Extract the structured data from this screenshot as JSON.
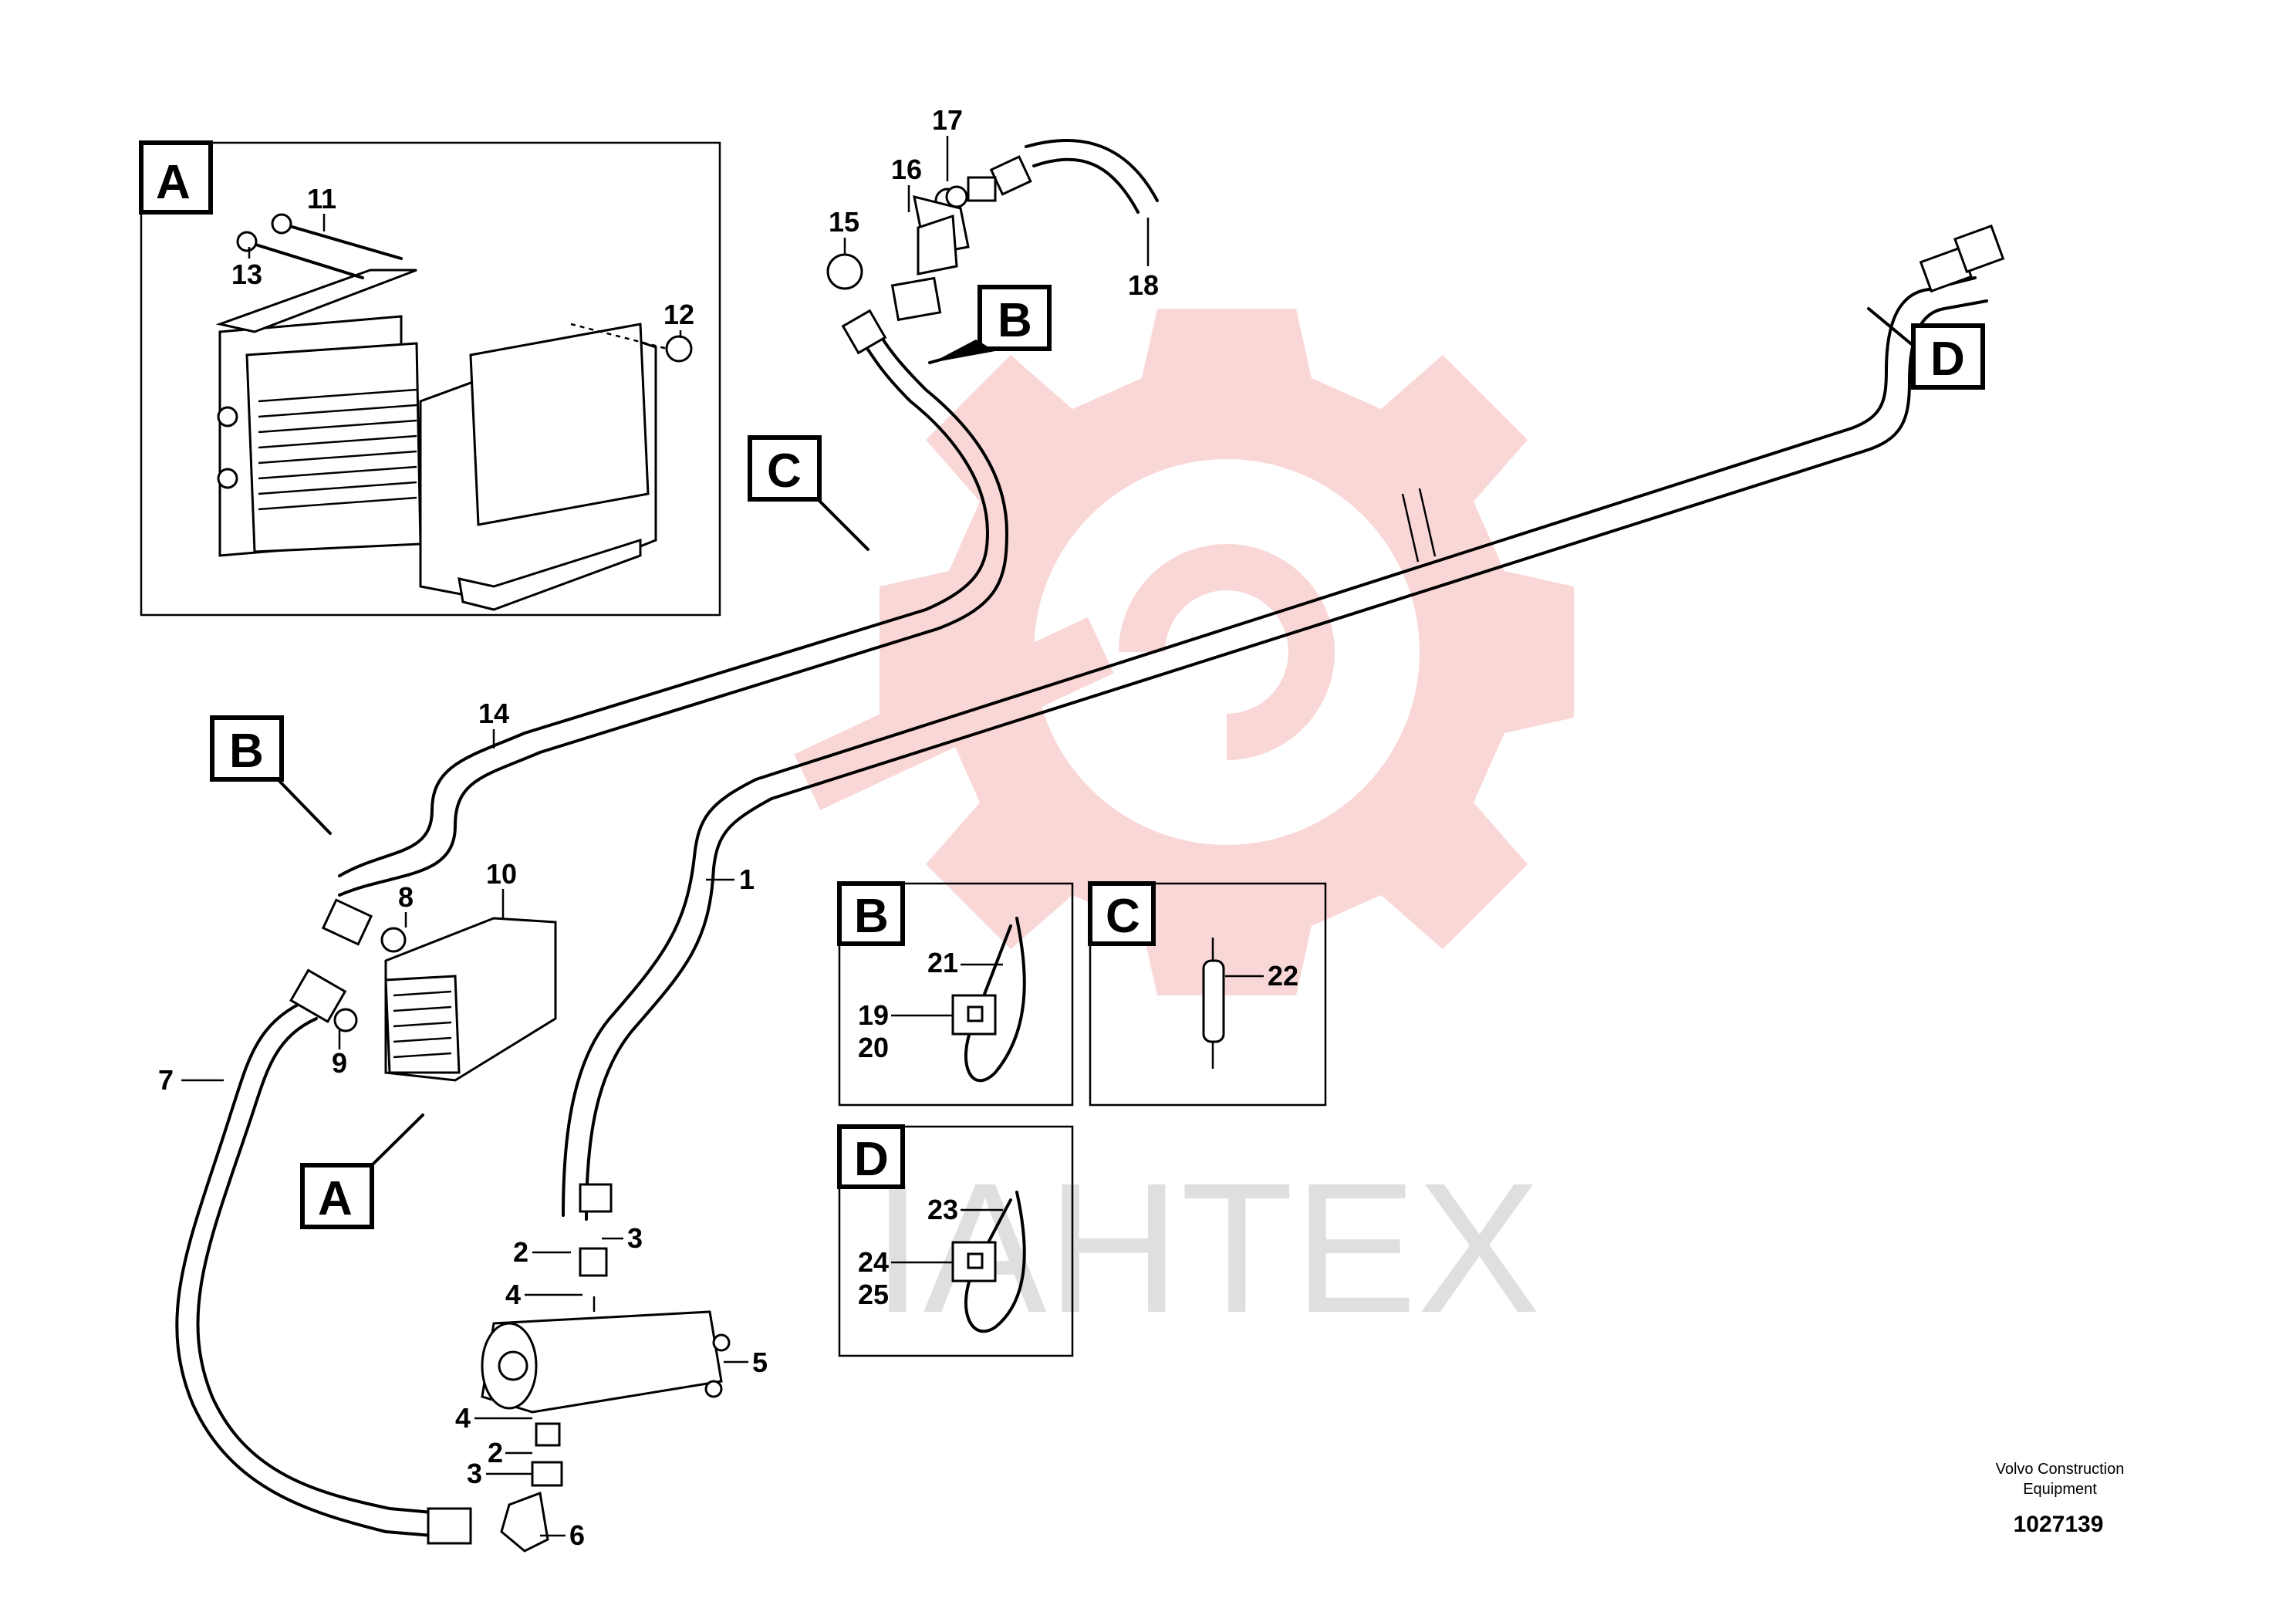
{
  "watermark": {
    "text": "IAHTEX",
    "color": "#f9d0d0"
  },
  "callouts": {
    "c1": "1",
    "c2a": "2",
    "c2b": "2",
    "c3a": "3",
    "c3b": "3",
    "c4a": "4",
    "c4b": "4",
    "c5": "5",
    "c6": "6",
    "c7": "7",
    "c8": "8",
    "c9": "9",
    "c10": "10",
    "c11": "11",
    "c12": "12",
    "c13": "13",
    "c14": "14",
    "c15": "15",
    "c16": "16",
    "c17": "17",
    "c18": "18",
    "c19": "19",
    "c20": "20",
    "c21": "21",
    "c22": "22",
    "c23": "23",
    "c24": "24",
    "c25": "25"
  },
  "detail_refs": {
    "A_main": "A",
    "A_box": "A",
    "B_left": "B",
    "B_top": "B",
    "B_box": "B",
    "C_left": "C",
    "C_box": "C",
    "D_right": "D",
    "D_box": "D"
  },
  "footer": {
    "brand_line1": "Volvo Construction",
    "brand_line2": "Equipment",
    "doc_number": "1027139"
  }
}
